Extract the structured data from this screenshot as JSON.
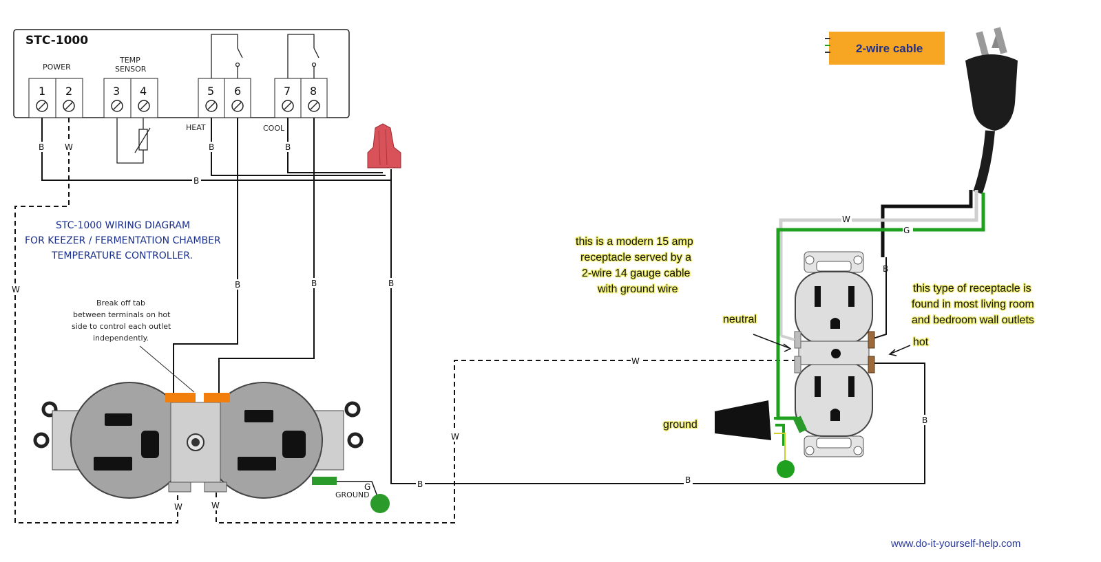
{
  "controller": {
    "title": "STC-1000",
    "power_label": "POWER",
    "temp_label_1": "TEMP",
    "temp_label_2": "SENSOR",
    "heat_label": "HEAT",
    "cool_label": "COOL",
    "terminals": [
      "1",
      "2",
      "3",
      "4",
      "5",
      "6",
      "7",
      "8"
    ]
  },
  "caption": {
    "line1": "STC-1000 WIRING DIAGRAM",
    "line2": "FOR KEEZER / FERMENTATION CHAMBER",
    "line3": "TEMPERATURE CONTROLLER."
  },
  "tab_note": {
    "line1": "Break off tab",
    "line2": "between terminals on hot",
    "line3": "side to control each outlet",
    "line4": "independently."
  },
  "wire_labels": {
    "b": "B",
    "w": "W",
    "g": "G",
    "ground": "GROUND"
  },
  "cable_label": "2-wire cable",
  "right_notes": {
    "desc1": "this is a modern 15 amp",
    "desc2": "receptacle served by a",
    "desc3": "2-wire 14 gauge cable",
    "desc4": "with ground wire",
    "type1": "this type of receptacle is",
    "type2": "found in most living room",
    "type3": "and bedroom wall outlets",
    "neutral": "neutral",
    "hot": "hot",
    "ground": "ground"
  },
  "footer_url": "www.do-it-yourself-help.com",
  "colors": {
    "wire_black": "#111111",
    "wire_white": "#cfcfcf",
    "wire_green": "#1fa11f",
    "cable_orange": "#f7a623",
    "tab_orange": "#f27f0c",
    "wirenut_red": "#d9525a"
  }
}
